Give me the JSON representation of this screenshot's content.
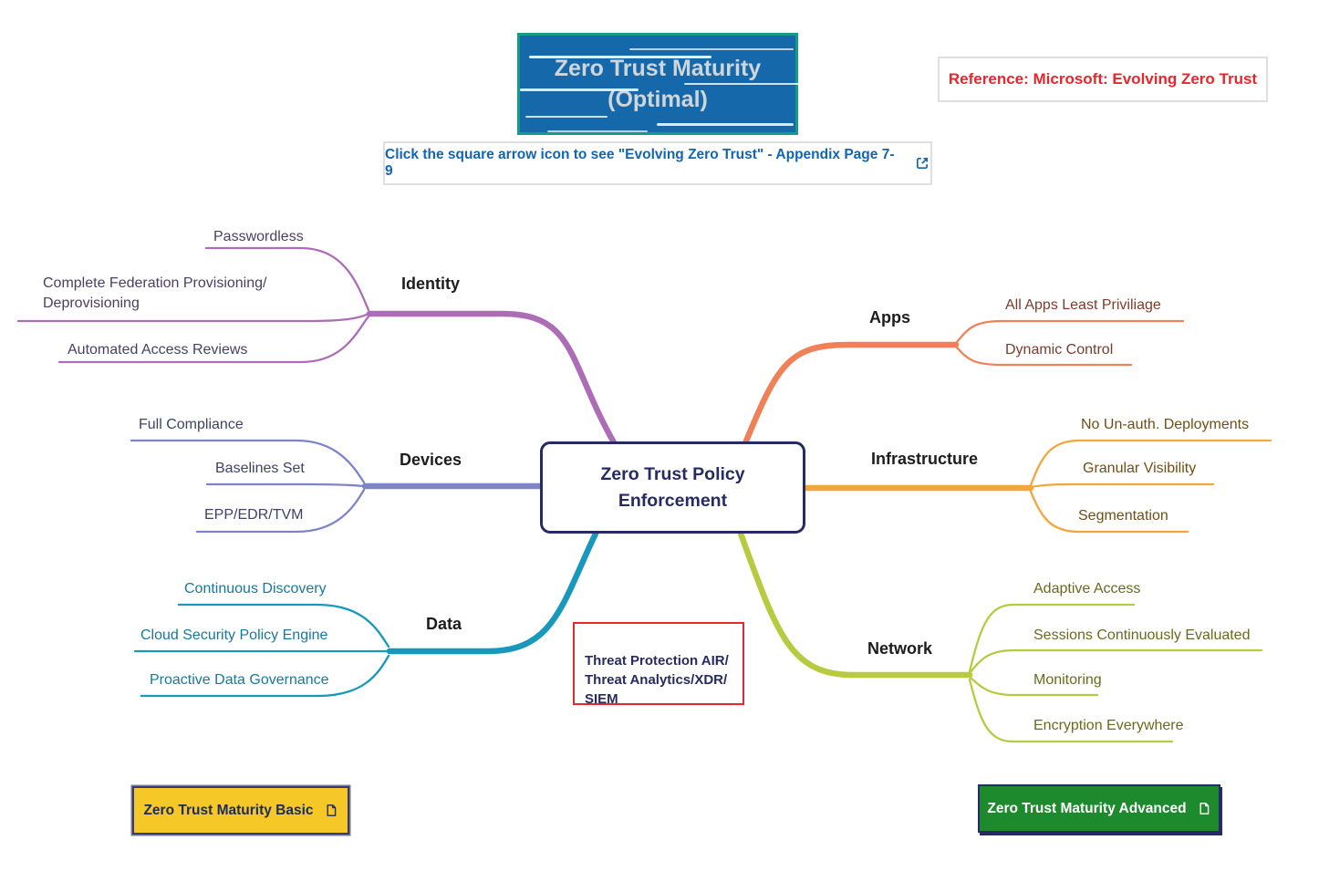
{
  "title": {
    "text": "Zero Trust Maturity\n(Optimal)"
  },
  "reference": {
    "text": "Reference: Microsoft: Evolving Zero Trust"
  },
  "callout": {
    "text": "Click the square arrow icon to see  \"Evolving Zero Trust\" - Appendix Page 7- 9",
    "icon": "external-link-icon"
  },
  "center": {
    "text": "Zero Trust Policy Enforcement"
  },
  "threat_note": {
    "text": "Threat Protection  AIR/\nThreat Analytics/XDR/\nSIEM"
  },
  "buttons": {
    "basic": {
      "label": "Zero Trust Maturity Basic",
      "icon": "page-icon",
      "bg": "#f5c727"
    },
    "advanced": {
      "label": "Zero Trust Maturity Advanced",
      "icon": "page-icon",
      "bg": "#1d8a2d"
    }
  },
  "colors": {
    "title_bg": "#1568a9",
    "title_border": "#169c86",
    "reference_red": "#e8262d",
    "link_blue": "#1365af",
    "center_navy": "#272b63",
    "threat_border_red": "#e8262d"
  },
  "branches": [
    {
      "label": "Identity",
      "color": "#ad6db6",
      "text_color": "#493f63",
      "items": [
        "Passwordless",
        "Complete Federation Provisioning/\nDeprovisioning",
        "Automated Access Reviews"
      ]
    },
    {
      "label": "Devices",
      "color": "#7e84c8",
      "text_color": "#3d4269",
      "items": [
        "Full Compliance",
        "Baselines Set",
        "EPP/EDR/TVM"
      ]
    },
    {
      "label": "Data",
      "color": "#1798bc",
      "text_color": "#17789d",
      "items": [
        "Continuous Discovery",
        "Cloud Security Policy Engine",
        "Proactive Data Governance"
      ]
    },
    {
      "label": "Apps",
      "color": "#f08058",
      "text_color": "#7d3b2b",
      "items": [
        "All Apps Least Priviliage",
        "Dynamic Control"
      ]
    },
    {
      "label": "Infrastructure",
      "color": "#f2a63c",
      "text_color": "#6f4e16",
      "items": [
        "No Un-auth. Deployments",
        "Granular Visibility",
        "Segmentation"
      ]
    },
    {
      "label": "Network",
      "color": "#b7ca40",
      "text_color": "#696a1f",
      "items": [
        "Adaptive Access",
        "Sessions Continuously Evaluated",
        "Monitoring",
        "Encryption Everywhere"
      ]
    }
  ]
}
